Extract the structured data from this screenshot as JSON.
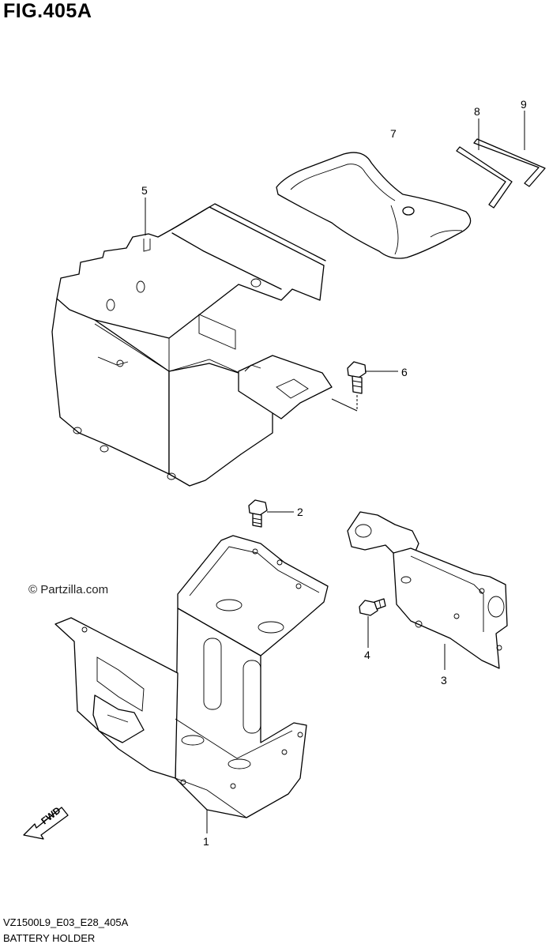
{
  "figure": {
    "title": "FIG.405A",
    "watermark": "© Partzilla.com",
    "model_code": "VZ1500L9_E03_E28_405A",
    "name": "BATTERY HOLDER",
    "direction_label": "FWD"
  },
  "callouts": [
    {
      "id": "c1",
      "label": "1"
    },
    {
      "id": "c2",
      "label": "2"
    },
    {
      "id": "c3",
      "label": "3"
    },
    {
      "id": "c4",
      "label": "4"
    },
    {
      "id": "c5",
      "label": "5"
    },
    {
      "id": "c6",
      "label": "6"
    },
    {
      "id": "c7",
      "label": "7"
    },
    {
      "id": "c8",
      "label": "8"
    },
    {
      "id": "c9",
      "label": "9"
    }
  ]
}
